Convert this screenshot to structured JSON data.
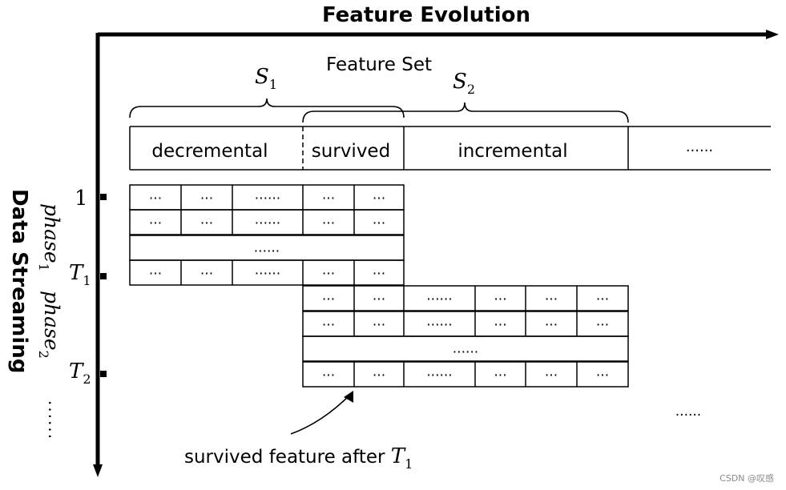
{
  "title": "Feature Evolution",
  "feature_set_label": "Feature Set",
  "set1": {
    "base": "S",
    "sub": "1"
  },
  "set2": {
    "base": "S",
    "sub": "2"
  },
  "header_cells": {
    "decremental": "decremental",
    "survived": "survived",
    "incremental": "incremental",
    "more": "......"
  },
  "vertical_axis_label": "Data Streaming",
  "phase1": {
    "base": "phase",
    "sub": "1"
  },
  "phase2": {
    "base": "phase",
    "sub": "2"
  },
  "ticks": {
    "start": "1",
    "t1": {
      "base": "T",
      "sub": "1"
    },
    "t2": {
      "base": "T",
      "sub": "2"
    }
  },
  "cell_text": {
    "short": "...",
    "long": "......",
    "row_gap": "......"
  },
  "bottom_left_ellipsis": "......",
  "bottom_right_ellipsis": "......",
  "annotation": {
    "text": "survived feature after ",
    "base": "T",
    "sub": "1"
  },
  "watermark": "CSDN @叹感"
}
